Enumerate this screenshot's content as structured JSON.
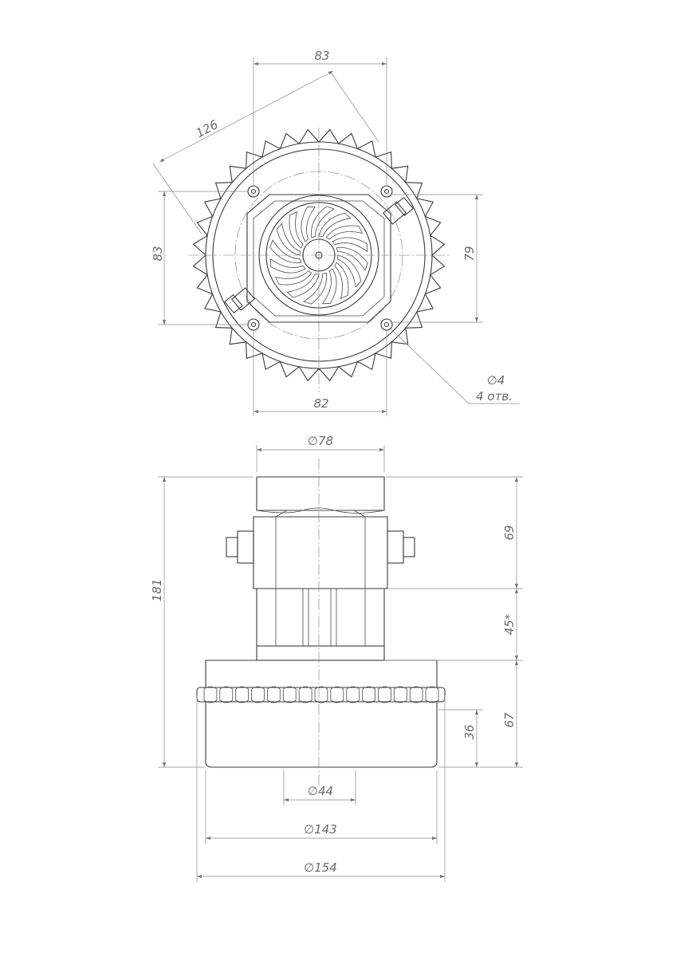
{
  "dimensions": {
    "top_width": "83",
    "diagonal": "126",
    "left_height": "83",
    "right_height": "79",
    "bottom_width": "82",
    "hole_diameter": "∅4",
    "hole_count": "4 отв.",
    "shaft_diameter": "∅78",
    "total_height": "181",
    "upper_height": "69",
    "middle_height": "45*",
    "lower_height": "67",
    "inner_height": "36",
    "outlet_diameter": "∅44",
    "body_diameter": "∅143",
    "flange_diameter": "∅154"
  }
}
